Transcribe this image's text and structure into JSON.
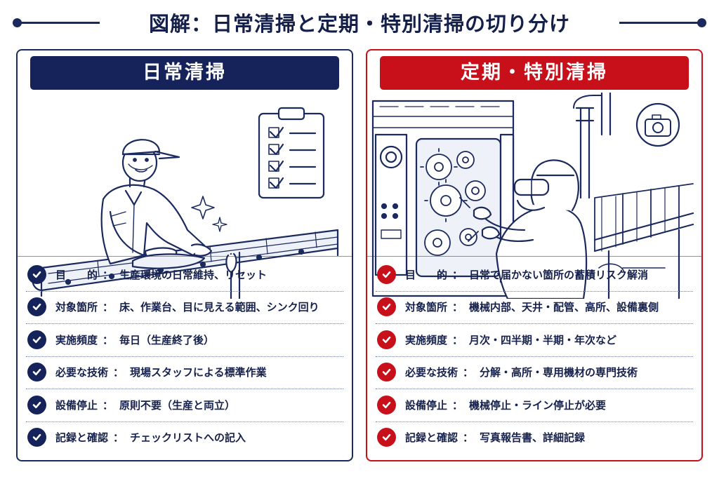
{
  "title": "図解：日常清掃と定期・特別清掃の切り分け",
  "colors": {
    "navy": "#15235a",
    "red": "#c8101b"
  },
  "left": {
    "heading": "日常清掃",
    "rows": [
      {
        "label": "目　　的",
        "value": "生産環境の日常維持、リセット"
      },
      {
        "label": "対象箇所",
        "value": "床、作業台、目に見える範囲、シンク回り"
      },
      {
        "label": "実施頻度",
        "value": "毎日（生産終了後）"
      },
      {
        "label": "必要な技術",
        "value": "現場スタッフによる標準作業"
      },
      {
        "label": "設備停止",
        "value": "原則不要（生産と両立）"
      },
      {
        "label": "記録と確認",
        "value": "チェックリストへの記入"
      }
    ]
  },
  "right": {
    "heading": "定期・特別清掃",
    "rows": [
      {
        "label": "目　　的",
        "value": "日常で届かない箇所の蓄積リスク解消"
      },
      {
        "label": "対象箇所",
        "value": "機械内部、天井・配管、高所、設備裏側"
      },
      {
        "label": "実施頻度",
        "value": "月次・四半期・半期・年次など"
      },
      {
        "label": "必要な技術",
        "value": "分解・高所・専用機材の専門技術"
      },
      {
        "label": "設備停止",
        "value": "機械停止・ライン停止が必要"
      },
      {
        "label": "記録と確認",
        "value": "写真報告書、詳細記録"
      }
    ]
  }
}
